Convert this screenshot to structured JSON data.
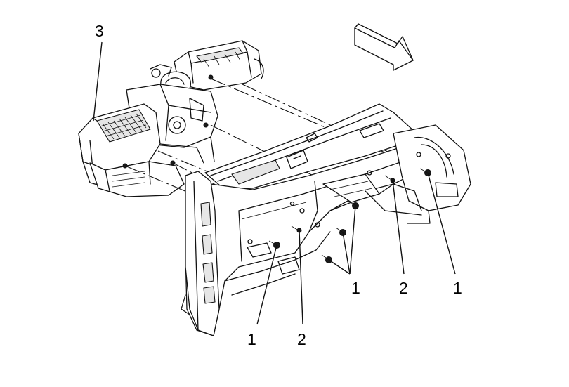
{
  "callouts": {
    "c1_bottom_left": "1",
    "c2_bottom_mid": "2",
    "c1_mid": "1",
    "c2_right": "2",
    "c1_right": "1",
    "c3_top": "3"
  }
}
